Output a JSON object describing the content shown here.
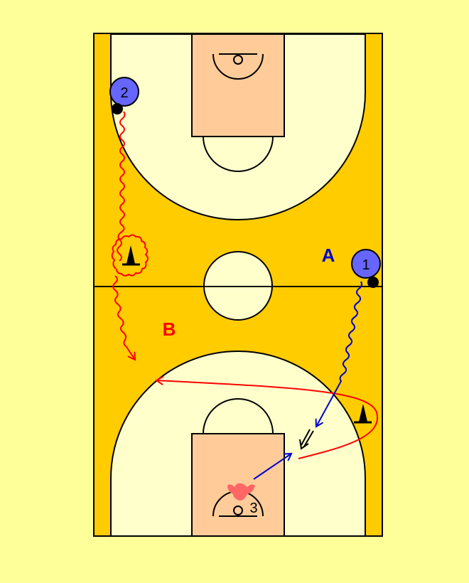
{
  "diagram": {
    "type": "basketball-drill",
    "colors": {
      "background": "#FFFF99",
      "court_outer": "#FFCC00",
      "three_point_area": "#FFFFCC",
      "key": "#FFCC99",
      "player": "#6666FF",
      "ball": "#000000",
      "red_path": "#FF0000",
      "blue_path": "#0000CC",
      "coach": "#FF6666"
    },
    "group_labels": {
      "a": "A",
      "b": "B"
    },
    "players": [
      {
        "id": "1",
        "label": "1",
        "has_ball": true
      },
      {
        "id": "2",
        "label": "2",
        "has_ball": true
      },
      {
        "id": "3",
        "label": "3",
        "role": "coach-passer"
      }
    ],
    "cones": [
      {
        "name": "cone-left-midcourt"
      },
      {
        "name": "cone-right-bottom"
      }
    ]
  }
}
